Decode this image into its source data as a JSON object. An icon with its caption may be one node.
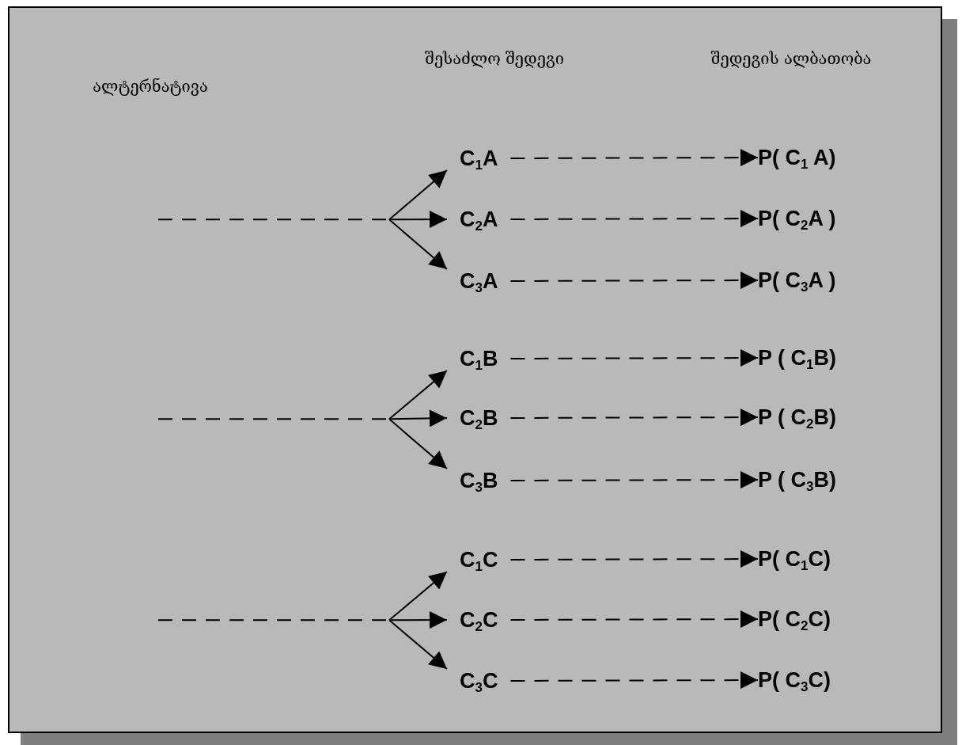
{
  "diagram": {
    "nodes": [
      {
        "text": [
          "C$_{1}$A"
        ]
      },
      {
        "text": [
          "C$_{2}$A"
        ]
      },
      {
        "text": [
          "C$_{3}$A"
        ]
      },
      {
        "text": [
          "C$_{1}$B"
        ]
      },
      {
        "text": [
          "C$_{2}$B"
        ]
      },
      {
        "text": [
          "C$_{3}$B"
        ]
      },
      {
        "text": [
          "C$_{1}$C"
        ]
      },
      {
        "text": [
          "C$_{2}$C"
        ]
      },
      {
        "text": [
          "C$_{3}$C"
        ]
      },
      {
        "text": [
          "P( C$_{1}$ A)"
        ]
      },
      {
        "text": [
          "P( C$_{2}$A )"
        ]
      },
      {
        "text": [
          "P( C$_{3}$A )"
        ]
      },
      {
        "text": [
          "P ( C$_{1}$B)"
        ]
      },
      {
        "text": [
          "P ( C$_{2}$B)"
        ]
      },
      {
        "text": [
          "P ( C$_{3}$B)"
        ]
      },
      {
        "text": [
          "P( C$_{1}$C)"
        ]
      },
      {
        "text": [
          "P( C$_{2}$C)"
        ]
      },
      {
        "text": [
          "P( C$_{3}$C)"
        ]
      }
    ],
    "edges": [
      {
        "from": null,
        "to": 0,
        "arrow": "to"
      },
      {
        "from": null,
        "to": 1,
        "arrow": "to"
      },
      {
        "from": null,
        "to": 2,
        "arrow": "to"
      },
      {
        "from": null,
        "to": 3,
        "arrow": "to"
      },
      {
        "from": null,
        "to": 4,
        "arrow": "to"
      },
      {
        "from": null,
        "to": 5,
        "arrow": "to"
      },
      {
        "from": null,
        "to": 6,
        "arrow": "to"
      },
      {
        "from": null,
        "to": 7,
        "arrow": "to"
      },
      {
        "from": null,
        "to": 8,
        "arrow": "to"
      },
      {
        "from": 0,
        "to": 9,
        "arrow": "to",
        "style": "dashed"
      },
      {
        "from": 1,
        "to": 10,
        "arrow": "to",
        "style": "dashed"
      },
      {
        "from": 2,
        "to": 11,
        "arrow": "to",
        "style": "dashed"
      },
      {
        "from": 3,
        "to": 12,
        "arrow": "to",
        "style": "dashed"
      },
      {
        "from": 4,
        "to": 13,
        "arrow": "to",
        "style": "dashed"
      },
      {
        "from": 5,
        "to": 14,
        "arrow": "to",
        "style": "dashed"
      },
      {
        "from": 6,
        "to": 15,
        "arrow": "to",
        "style": "dashed"
      },
      {
        "from": 7,
        "to": 16,
        "arrow": "to",
        "style": "dashed"
      },
      {
        "from": 8,
        "to": 17,
        "arrow": "to",
        "style": "dashed"
      }
    ],
    "labels": [
      "შესაძლო შედეგი",
      "შედეგის ალბათობა",
      "ალტერნატივა"
    ]
  }
}
